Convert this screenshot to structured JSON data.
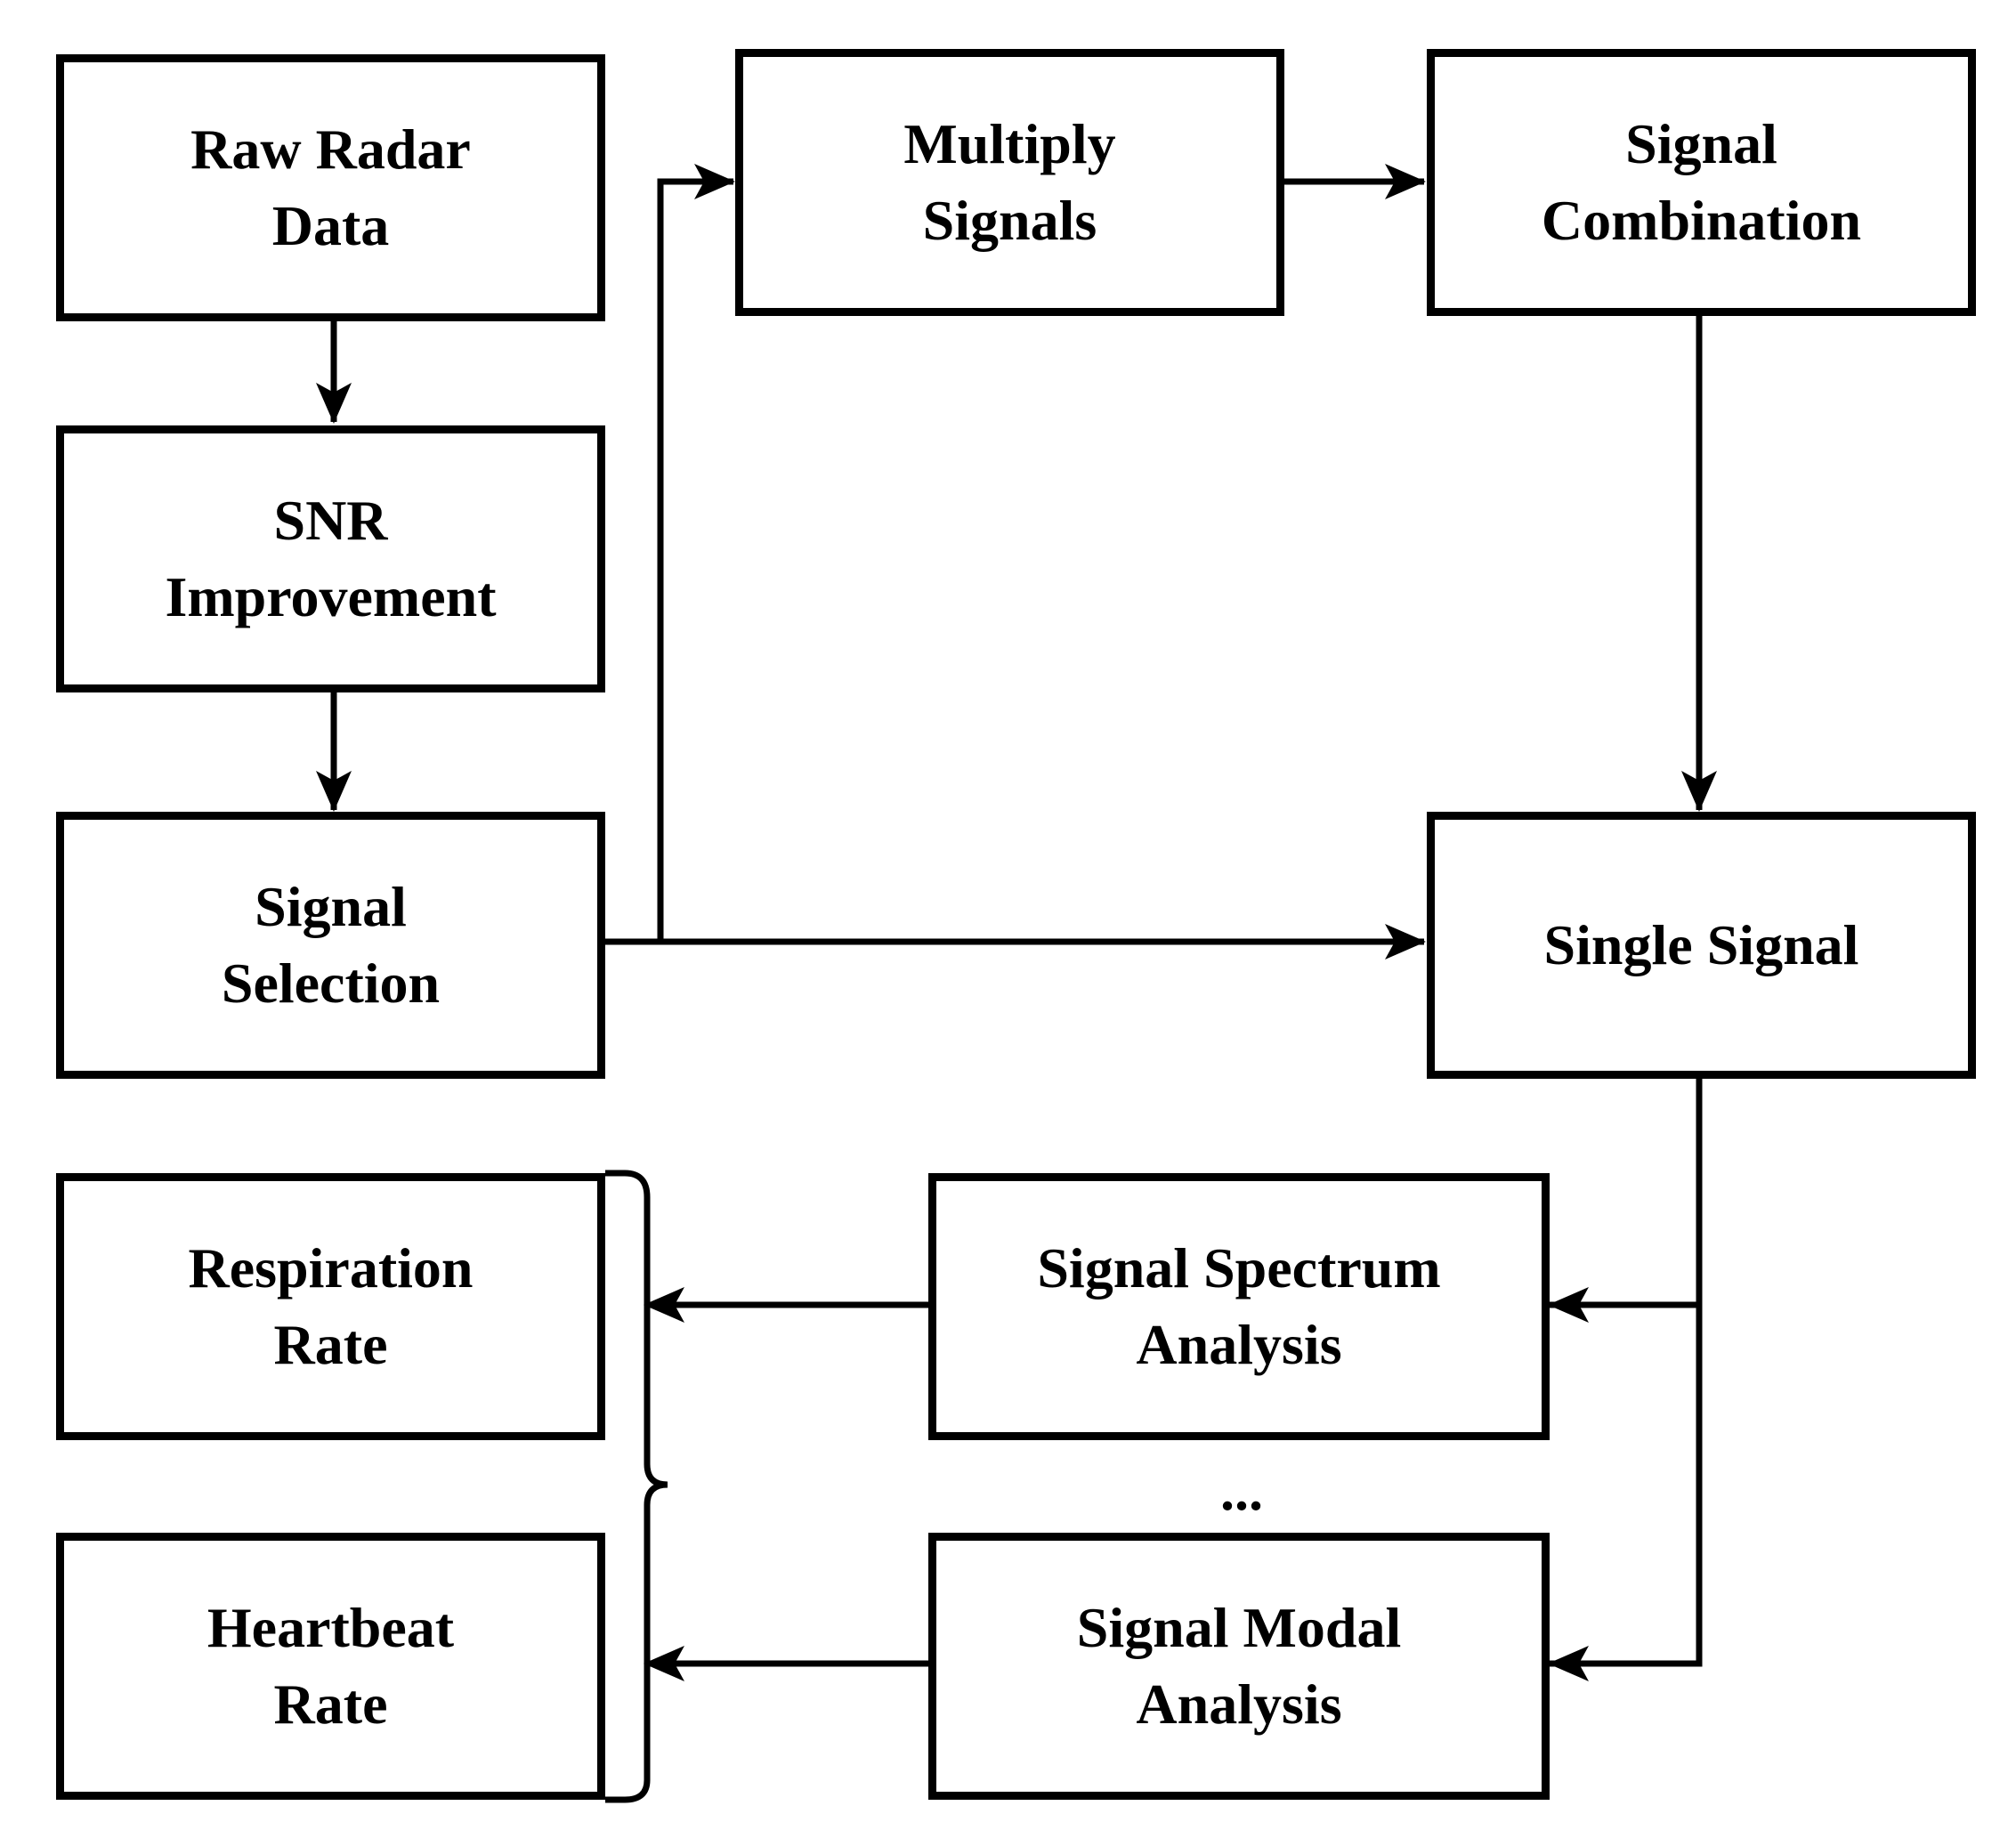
{
  "colors": {
    "stroke": "#000000",
    "background": "#ffffff"
  },
  "boxes": {
    "raw_radar_data": {
      "lines": [
        "Raw Radar",
        "Data"
      ]
    },
    "snr_improvement": {
      "lines": [
        "SNR",
        "Improvement"
      ]
    },
    "signal_selection": {
      "lines": [
        "Signal",
        "Selection"
      ]
    },
    "multiply_signals": {
      "lines": [
        "Multiply",
        "Signals"
      ]
    },
    "signal_combination": {
      "lines": [
        "Signal",
        "Combination"
      ]
    },
    "single_signal": {
      "lines": [
        "Single Signal"
      ]
    },
    "signal_spectrum_analysis": {
      "lines": [
        "Signal Spectrum",
        "Analysis"
      ]
    },
    "signal_modal_analysis": {
      "lines": [
        "Signal Modal",
        "Analysis"
      ]
    },
    "respiration_rate": {
      "lines": [
        "Respiration",
        "Rate"
      ]
    },
    "heartbeat_rate": {
      "lines": [
        "Heartbeat",
        "Rate"
      ]
    }
  },
  "ellipsis": "...",
  "edges": [
    {
      "from": "raw_radar_data",
      "to": "snr_improvement"
    },
    {
      "from": "snr_improvement",
      "to": "signal_selection"
    },
    {
      "from": "signal_selection",
      "to": "multiply_signals"
    },
    {
      "from": "signal_selection",
      "to": "single_signal"
    },
    {
      "from": "multiply_signals",
      "to": "signal_combination"
    },
    {
      "from": "signal_combination",
      "to": "single_signal"
    },
    {
      "from": "single_signal",
      "to": "signal_spectrum_analysis"
    },
    {
      "from": "single_signal",
      "to": "signal_modal_analysis"
    },
    {
      "from": "signal_spectrum_analysis",
      "to": "respiration_rate"
    },
    {
      "from": "signal_modal_analysis",
      "to": "heartbeat_rate"
    }
  ]
}
